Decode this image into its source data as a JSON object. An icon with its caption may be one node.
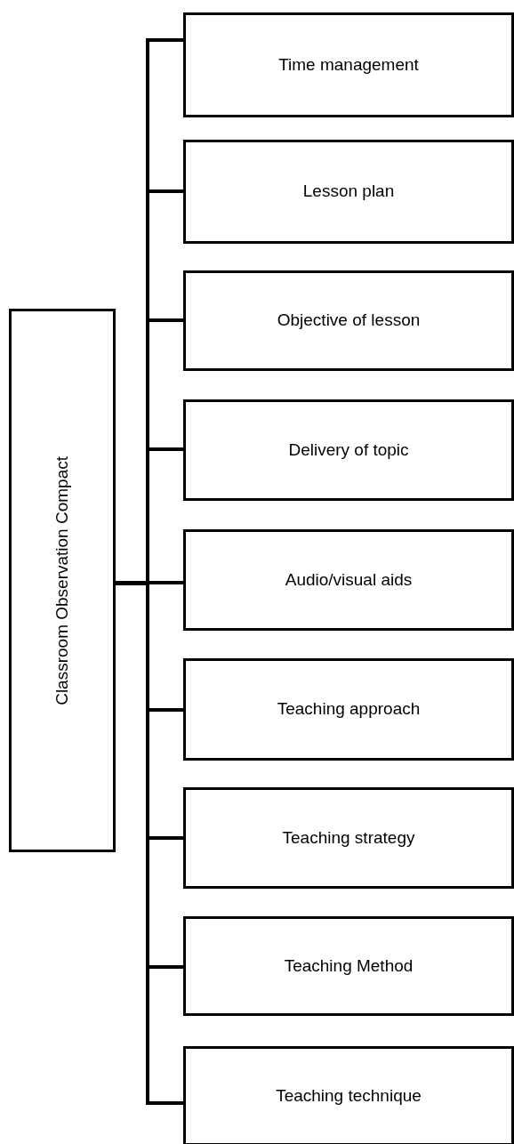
{
  "diagram": {
    "nodes": [
      {
        "text": [
          "Classroom Observation Compact"
        ]
      },
      {
        "text": [
          "Time management"
        ]
      },
      {
        "text": [
          "Lesson plan"
        ]
      },
      {
        "text": [
          "Objective of lesson"
        ]
      },
      {
        "text": [
          "Delivery of topic"
        ]
      },
      {
        "text": [
          "Audio/visual aids"
        ]
      },
      {
        "text": [
          "Teaching approach"
        ]
      },
      {
        "text": [
          "Teaching strategy"
        ]
      },
      {
        "text": [
          "Teaching Method"
        ]
      },
      {
        "text": [
          "Teaching technique"
        ]
      }
    ],
    "edges": [
      {
        "from": 0,
        "to": 1,
        "arrow": "none"
      },
      {
        "from": 0,
        "to": 2,
        "arrow": "none"
      },
      {
        "from": 0,
        "to": 3,
        "arrow": "none"
      },
      {
        "from": 0,
        "to": 4,
        "arrow": "none"
      },
      {
        "from": 0,
        "to": 5,
        "arrow": "none"
      },
      {
        "from": 0,
        "to": 6,
        "arrow": "none"
      },
      {
        "from": 0,
        "to": 7,
        "arrow": "none"
      },
      {
        "from": 0,
        "to": 8,
        "arrow": "none"
      },
      {
        "from": 0,
        "to": 9,
        "arrow": "none"
      }
    ]
  }
}
